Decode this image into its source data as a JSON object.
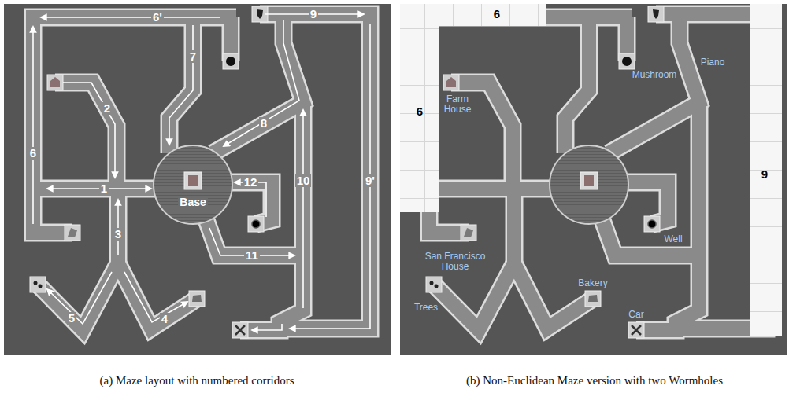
{
  "diagram": {
    "labels": [
      "6'",
      "2",
      "6",
      "1",
      "Base",
      "12",
      "10",
      "9'",
      "7",
      "8",
      "9",
      "3",
      "11",
      "5",
      "4",
      "6",
      "Farm House",
      "6",
      "Mushroom",
      "Piano",
      "9",
      "Well",
      "San Francisco House",
      "Trees",
      "Bakery",
      "Car",
      "(a) Maze layout with numbered corridors",
      "(b) Non-Euclidean Maze version with two Wormholes"
    ]
  }
}
